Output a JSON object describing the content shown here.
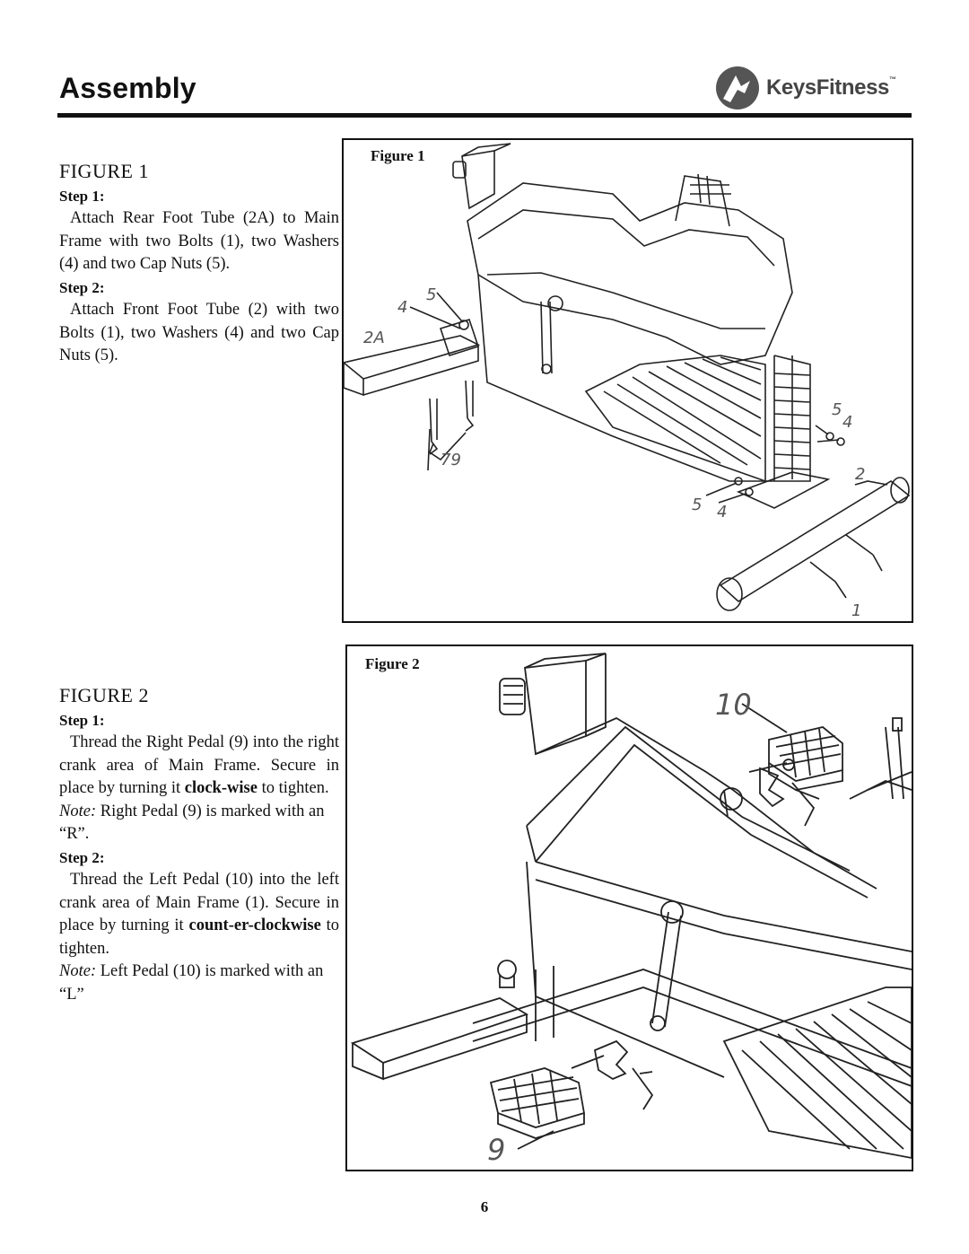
{
  "header": {
    "title": "Assembly",
    "logo_text": "KeysFitness",
    "logo_tm": "™",
    "logo_icon": "keys-fitness-emblem-icon"
  },
  "figure1_section": {
    "heading": "FIGURE 1",
    "step1_label": "Step 1:",
    "step1_text": "Attach Rear Foot Tube (2A) to Main Frame with two Bolts (1), two Washers (4) and two Cap Nuts (5).",
    "step2_label": "Step 2:",
    "step2_text": "Attach Front Foot Tube (2) with two Bolts (1), two Washers (4) and two Cap Nuts (5)."
  },
  "figure2_section": {
    "heading": "FIGURE 2",
    "step1_label": "Step 1:",
    "step1_text_a": "Thread the Right Pedal (9) into the right crank area of Main Frame. Secure in place by turning it ",
    "step1_text_bold": "clock-wise",
    "step1_text_b": " to tighten.",
    "note1_label": "Note:",
    "note1_text": " Right Pedal (9) is marked with an “R”.",
    "step2_label": "Step 2:",
    "step2_text_a": "Thread the Left Pedal (10) into the left crank area of Main Frame (1). Secure in place by turning it ",
    "step2_text_bold": "count-er-clockwise",
    "step2_text_b": " to tighten.",
    "note2_label": "Note:",
    "note2_text": " Left Pedal (10) is marked with an “L”"
  },
  "figure1": {
    "caption": "Figure 1",
    "callouts": [
      "5",
      "4",
      "2A",
      "79",
      "5",
      "4",
      "2",
      "5",
      "4",
      "1"
    ]
  },
  "figure2": {
    "caption": "Figure 2",
    "callouts": [
      "10",
      "9"
    ]
  },
  "footer": {
    "page_number": "6"
  }
}
